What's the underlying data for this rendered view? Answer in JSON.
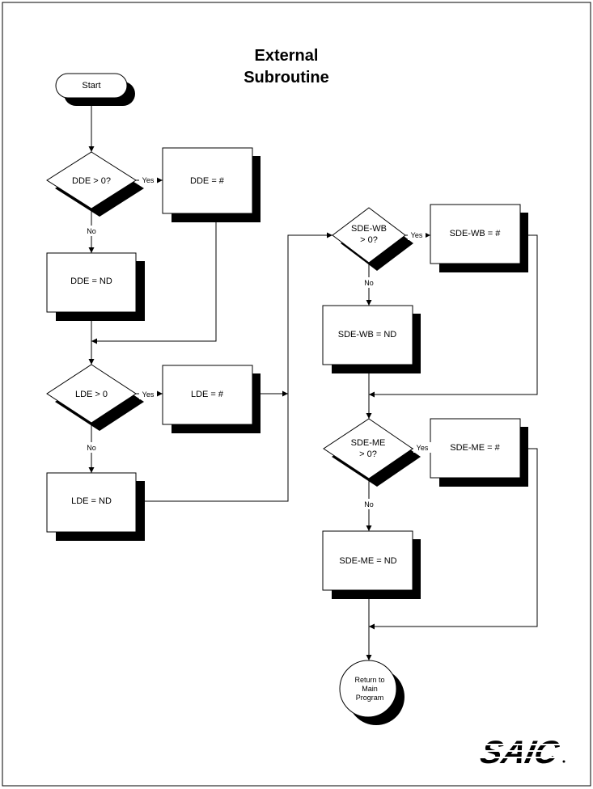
{
  "title": [
    "External",
    "Subroutine"
  ],
  "nodes": {
    "start": "Start",
    "dde_decision": "DDE > 0?",
    "dde_assign": "DDE = #",
    "dde_nd": "DDE = ND",
    "lde_decision": "LDE > 0",
    "lde_assign": "LDE = #",
    "lde_nd": "LDE = ND",
    "sdewb_decision": [
      "SDE-WB",
      "> 0?"
    ],
    "sdewb_assign": "SDE-WB = #",
    "sdewb_nd": "SDE-WB = ND",
    "sdeme_decision": [
      "SDE-ME",
      "> 0?"
    ],
    "sdeme_assign": "SDE-ME = #",
    "sdeme_nd": "SDE-ME = ND",
    "end": [
      "Return to",
      "Main",
      "Program"
    ]
  },
  "edge_labels": {
    "yes": "Yes",
    "no": "No"
  },
  "logo": "SAIC"
}
